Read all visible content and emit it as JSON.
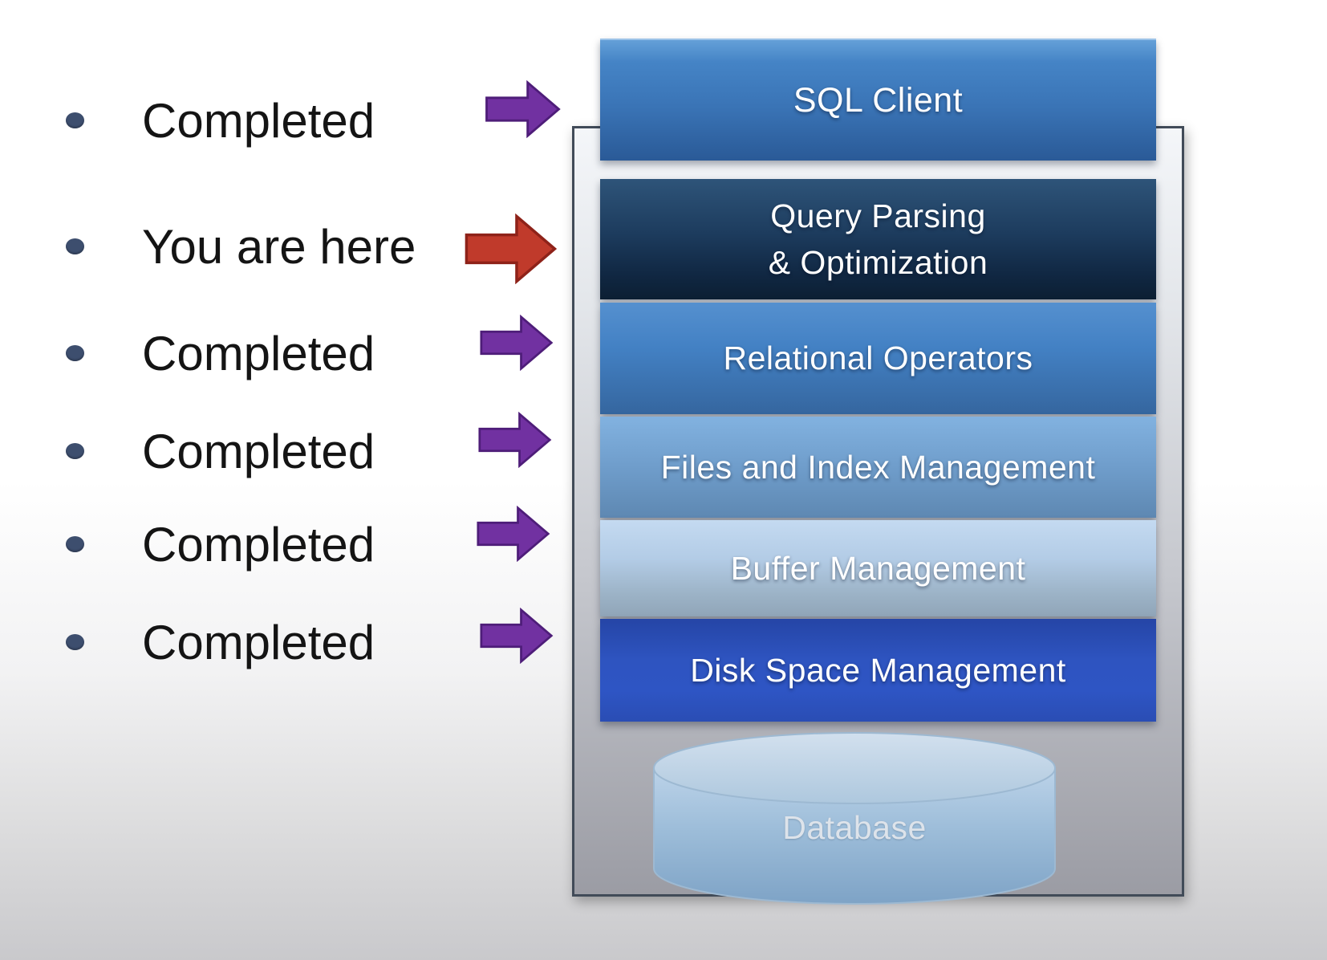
{
  "legend": {
    "items": [
      {
        "label": "Completed",
        "arrow": "purple"
      },
      {
        "label": "You are here",
        "arrow": "red"
      },
      {
        "label": "Completed",
        "arrow": "purple"
      },
      {
        "label": "Completed",
        "arrow": "purple"
      },
      {
        "label": "Completed",
        "arrow": "purple"
      },
      {
        "label": "Completed",
        "arrow": "purple"
      }
    ],
    "colors": {
      "purple_arrow": "#7131a1",
      "purple_arrow_outline": "#4e1d79",
      "red_arrow": "#c03a2b",
      "red_arrow_outline": "#8e2219",
      "bullet": "#3d4e6e",
      "text": "#141414"
    }
  },
  "stack": {
    "layers": [
      {
        "id": "sql-client",
        "label": "SQL Client",
        "color_top": "#4584c6",
        "color_bottom": "#2a5a97"
      },
      {
        "id": "query-parsing",
        "label": "Query Parsing & Optimization",
        "lines": [
          "Query Parsing",
          "& Optimization"
        ],
        "color_top": "#2e5479",
        "color_bottom": "#0c1f33"
      },
      {
        "id": "relational-operators",
        "label": "Relational Operators",
        "color_top": "#5590cf",
        "color_bottom": "#35669f"
      },
      {
        "id": "files-index",
        "label": "Files and Index Management",
        "color_top": "#82b2e0",
        "color_bottom": "#5e88b2"
      },
      {
        "id": "buffer-management",
        "label": "Buffer Management",
        "color_top": "#c4daf1",
        "color_bottom": "#90a5b8"
      },
      {
        "id": "disk-space",
        "label": "Disk Space Management",
        "color_top": "#2545a6",
        "color_bottom": "#2a4db4"
      }
    ],
    "database": {
      "label": "Database",
      "color": "#aec8de"
    },
    "container_border_color": "#414b58"
  }
}
